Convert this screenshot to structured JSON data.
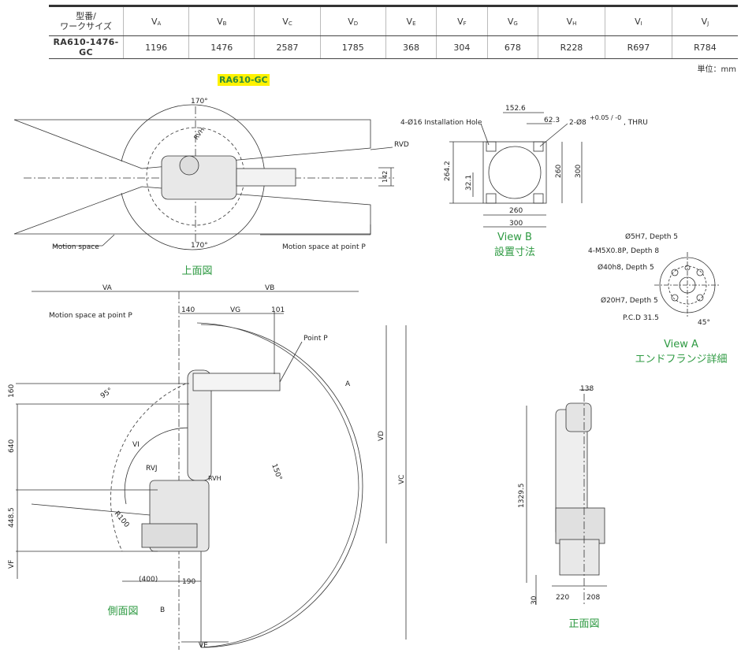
{
  "spec_table": {
    "header_model": "型番/\nワークサイズ",
    "header_model_l1": "型番/",
    "header_model_l2": "ワークサイズ",
    "columns": [
      {
        "base": "V",
        "sub": "A"
      },
      {
        "base": "V",
        "sub": "B"
      },
      {
        "base": "V",
        "sub": "C"
      },
      {
        "base": "V",
        "sub": "D"
      },
      {
        "base": "V",
        "sub": "E"
      },
      {
        "base": "V",
        "sub": "F"
      },
      {
        "base": "V",
        "sub": "G"
      },
      {
        "base": "V",
        "sub": "H"
      },
      {
        "base": "V",
        "sub": "I"
      },
      {
        "base": "V",
        "sub": "J"
      }
    ],
    "row": {
      "model": "RA610-1476-GC",
      "values": [
        "1196",
        "1476",
        "2587",
        "1785",
        "368",
        "304",
        "678",
        "R228",
        "R697",
        "R784"
      ]
    }
  },
  "unit_label": "単位：mm",
  "model_highlight": "RA610-GC",
  "top_view": {
    "caption": "上面図",
    "angle_top": "170°",
    "angle_bottom": "170°",
    "rvh": "RVH",
    "rvd": "RVD",
    "dim_142": "142",
    "motion_space": "Motion space",
    "motion_space_p": "Motion space at point P"
  },
  "view_b": {
    "caption_line1": "View B",
    "caption_line2": "設置寸法",
    "hole_label": "4-Ø16 Installation Hole",
    "pin_label": "2-Ø8",
    "pin_tol": "+0.05 / -0",
    "pin_thru": ", THRU",
    "d_152_6": "152.6",
    "d_62_3": "62.3",
    "d_264_2": "264.2",
    "d_32_1": "32.1",
    "d_260_v": "260",
    "d_300_v": "300",
    "d_260_h": "260",
    "d_300_h": "300"
  },
  "view_a": {
    "caption_line1": "View A",
    "caption_line2": "エンドフランジ詳細",
    "l1": "Ø5H7, Depth 5",
    "l2": "4-M5X0.8P, Depth 8",
    "l3": "Ø40h8, Depth 5",
    "l4": "Ø20H7, Depth 5",
    "l5": "P.C.D 31.5",
    "angle": "45°"
  },
  "side_view": {
    "caption": "側面図",
    "va": "VA",
    "vb": "VB",
    "vg": "VG",
    "d_140": "140",
    "d_101": "101",
    "point_p": "Point P",
    "motion_space_p": "Motion space at point P",
    "arrow_a": "A",
    "arrow_b": "B",
    "d_160": "160",
    "d_640": "640",
    "d_448_5": "448.5",
    "vf": "VF",
    "ve": "VE",
    "vd": "VD",
    "vc": "VC",
    "angle_95": "95°",
    "angle_150": "150°",
    "vi": "VI",
    "rvj": "RVJ",
    "rvh2": "RVH",
    "r100": "R100",
    "d_400": "(400)",
    "d_190": "190"
  },
  "front_view": {
    "caption": "正面図",
    "d_138": "138",
    "d_1329_5": "1329.5",
    "d_220": "220",
    "d_208": "208",
    "d_30": "30"
  }
}
